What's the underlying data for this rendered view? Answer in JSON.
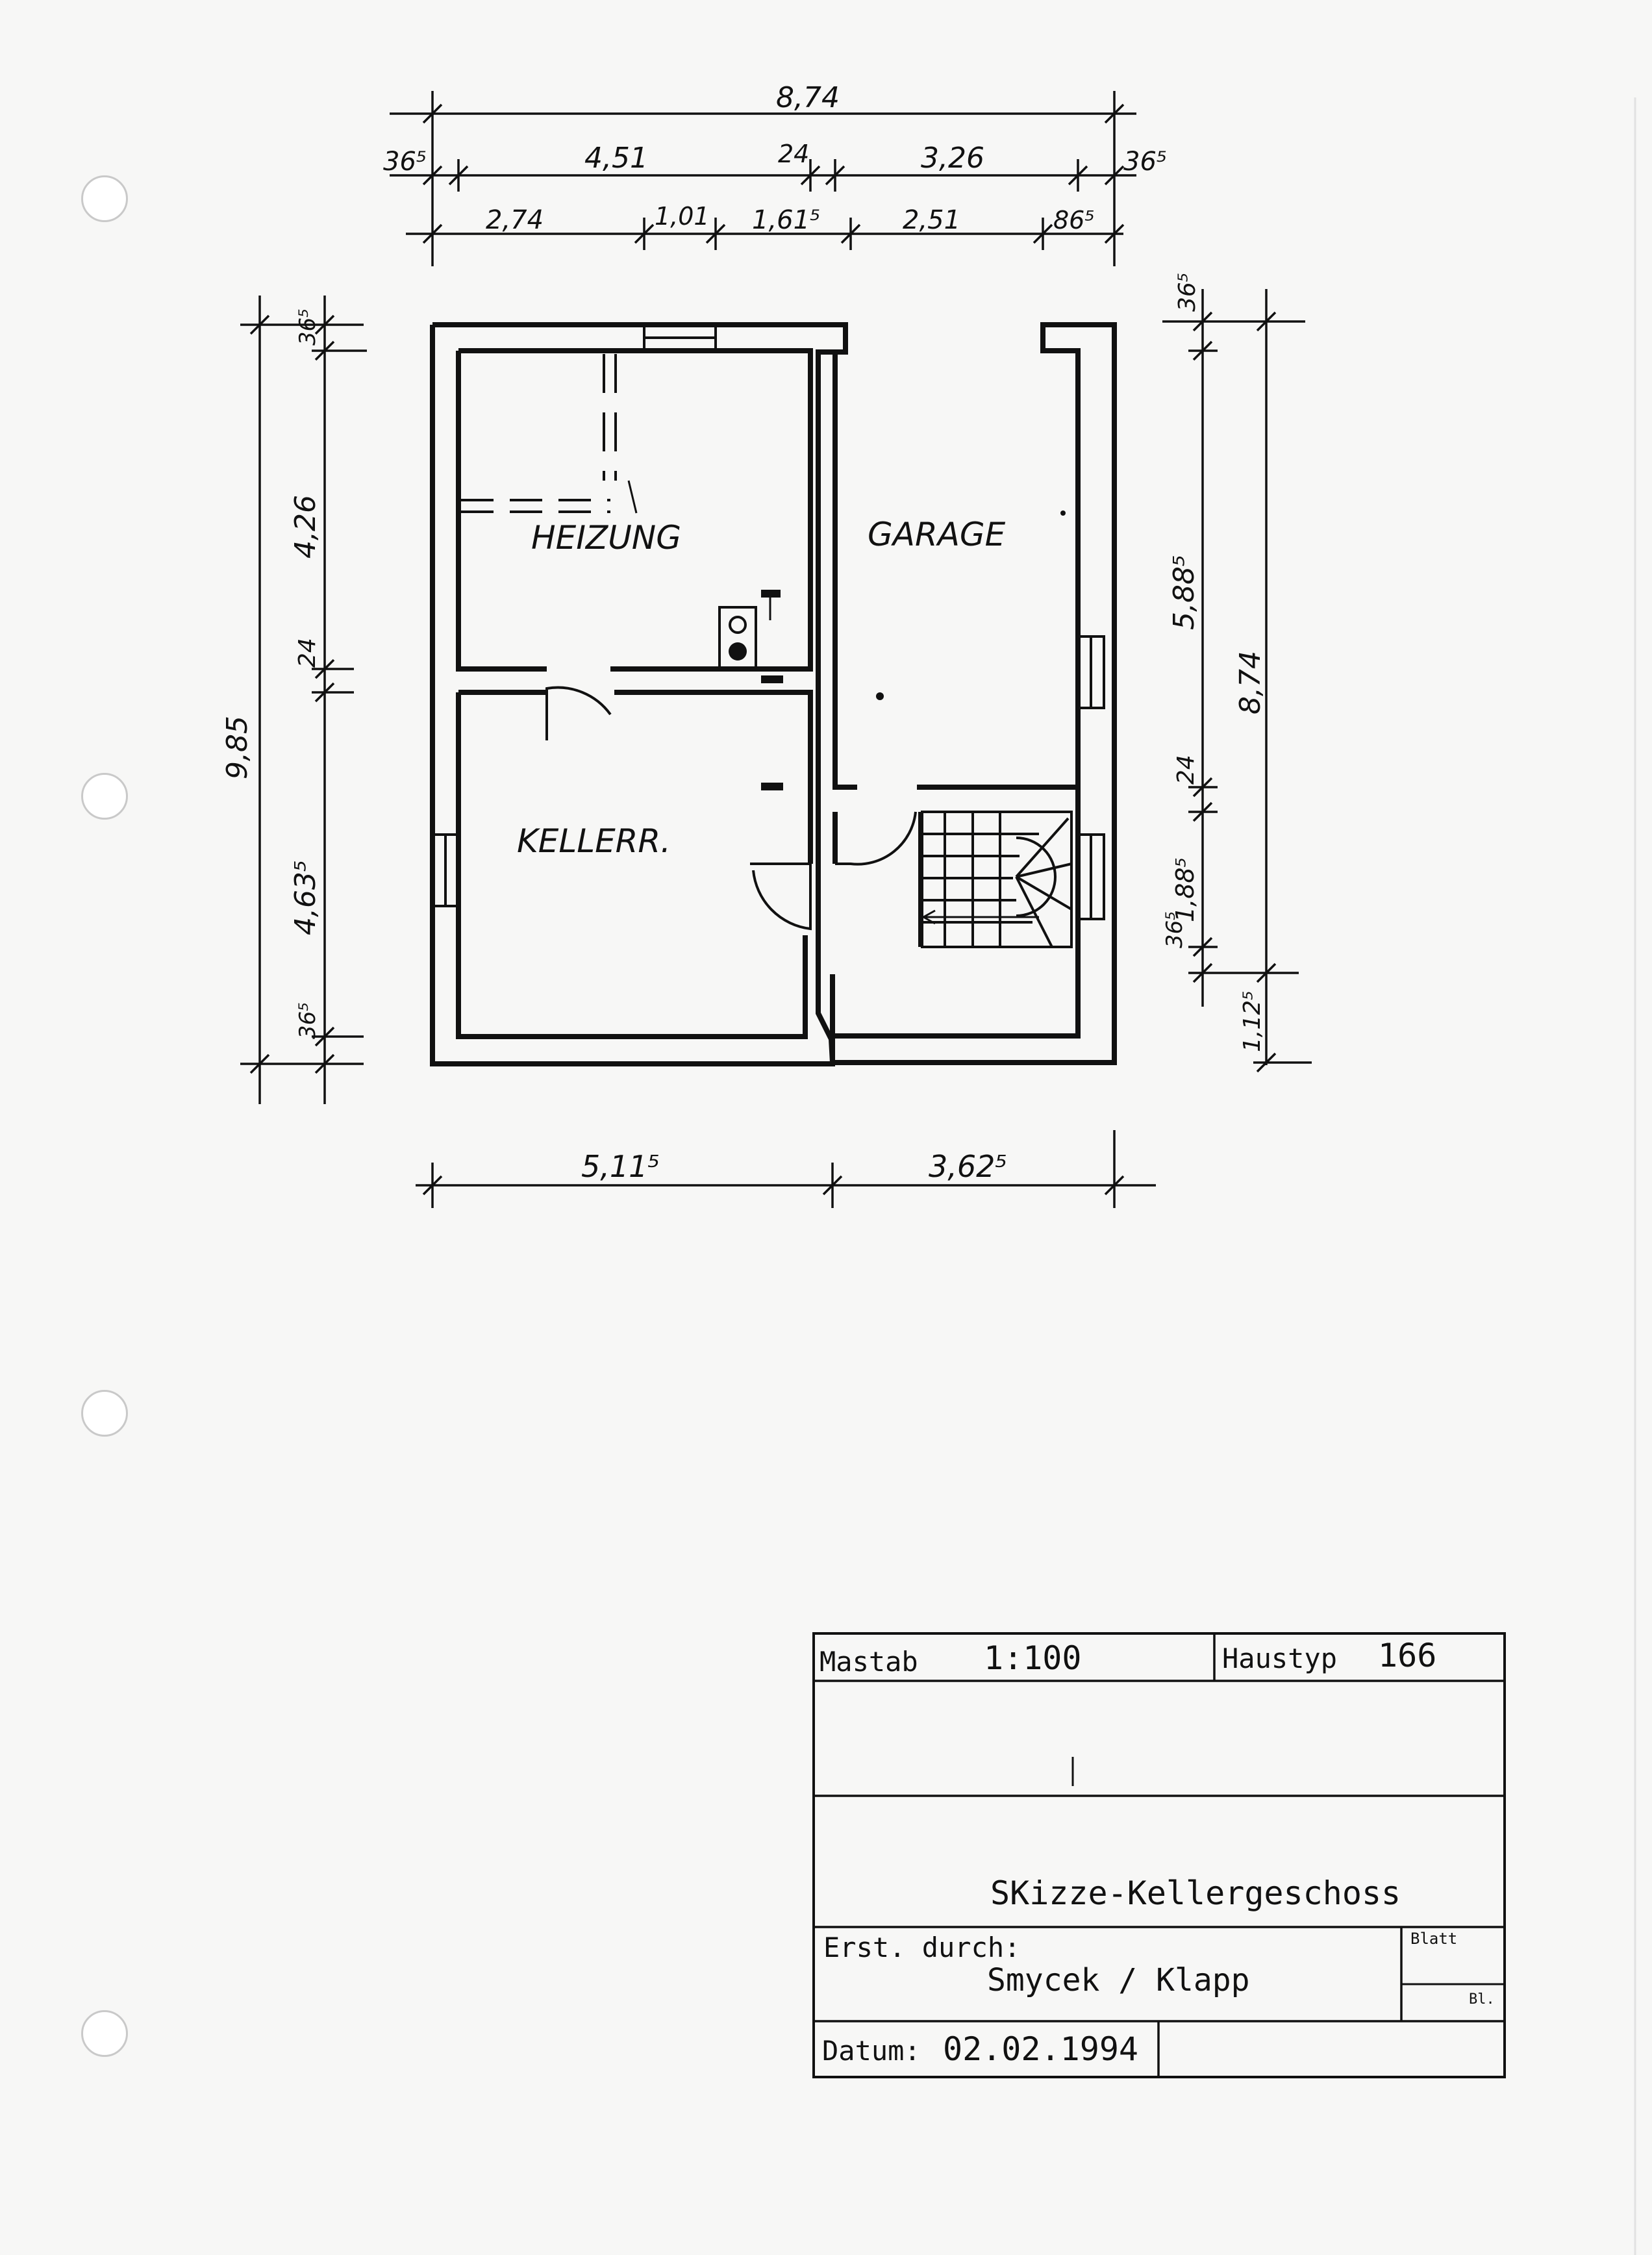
{
  "plan": {
    "rooms": {
      "heizung": "HEIZUNG",
      "garage": "GARAGE",
      "kellerraum": "KELLERR."
    },
    "dims_top": {
      "overall": "8,74",
      "row2": [
        "36⁵",
        "4,51",
        "24",
        "3,26",
        "36⁵"
      ],
      "row3": [
        "2,74",
        "1,01",
        "1,61⁵",
        "2,51",
        "86⁵"
      ]
    },
    "dims_left": {
      "overall": "9,85",
      "parts": [
        "36⁵",
        "4,26",
        "24",
        "4,63⁵",
        "36⁵"
      ]
    },
    "dims_right": {
      "overall": "8,74",
      "parts": [
        "36⁵",
        "5,88⁵",
        "24",
        "1,88⁵",
        "36⁵",
        "1,12⁵"
      ]
    },
    "dims_bottom": [
      "5,11⁵",
      "3,62⁵"
    ]
  },
  "title_block": {
    "scale_label": "Mastab",
    "scale_value": "1:100",
    "house_type_label": "Haustyp",
    "house_type_value": "166",
    "drawing_title": "SKizze-Kellergeschoss",
    "created_by_label": "Erst. durch:",
    "created_by_value": "Smycek / Klapp",
    "sheet_label": "Blatt",
    "sheet_short": "Bl.",
    "date_label": "Datum:",
    "date_value": "02.02.1994"
  }
}
